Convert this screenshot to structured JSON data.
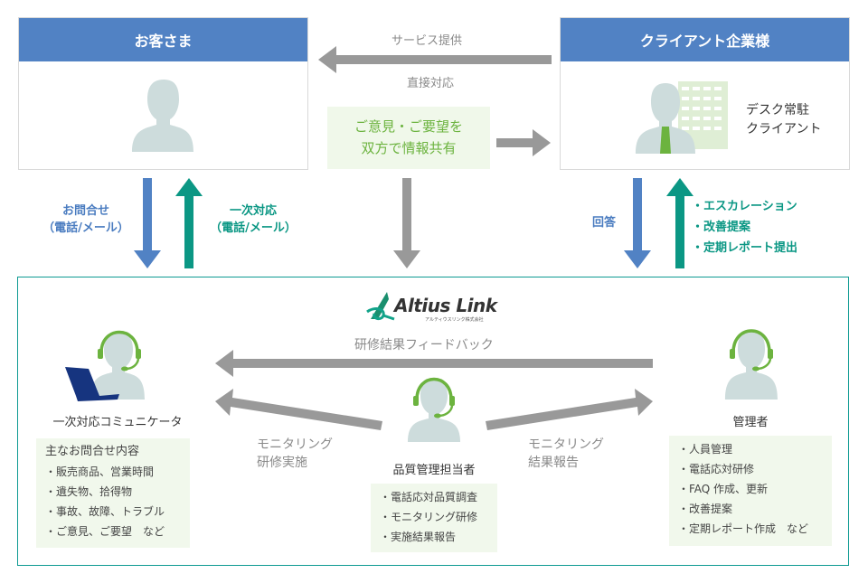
{
  "customer_box": {
    "title": "お客さま"
  },
  "client_box": {
    "title": "クライアント企業様",
    "desc_line1": "デスク常駐",
    "desc_line2": "クライアント"
  },
  "top_flow": {
    "service_label": "サービス提供",
    "direct_label": "直接対応",
    "share_line1": "ご意見・ご要望を",
    "share_line2": "双方で情報共有"
  },
  "left_flow": {
    "inquiry_line1": "お問合せ",
    "inquiry_line2": "（電話/メール）",
    "first_response_line1": "一次対応",
    "first_response_line2": "（電話/メール）"
  },
  "right_flow": {
    "answer_label": "回答",
    "items": [
      "・エスカレーション",
      "・改善提案",
      "・定期レポート提出"
    ]
  },
  "center": {
    "logo_text": "Altius Link",
    "logo_sub": "アルティウスリンク株式会社",
    "feedback_label": "研修結果フィードバック",
    "monitoring_left_line1": "モニタリング",
    "monitoring_left_line2": "研修実施",
    "monitoring_right_line1": "モニタリング",
    "monitoring_right_line2": "結果報告"
  },
  "communicator": {
    "title": "一次対応コミュニケータ",
    "box_title": "主なお問合せ内容",
    "items": [
      "・販売商品、営業時間",
      "・遺失物、拾得物",
      "・事故、故障、トラブル",
      "・ご意見、ご要望　など"
    ]
  },
  "qa": {
    "title": "品質管理担当者",
    "items": [
      "・電話応対品質調査",
      "・モニタリング研修",
      "・実施結果報告"
    ]
  },
  "manager": {
    "title": "管理者",
    "items": [
      "・人員管理",
      "・電話応対研修",
      "・FAQ 作成、更新",
      "・改善提案",
      "・定期レポート作成　など"
    ]
  },
  "colors": {
    "header_blue": "#5182c4",
    "arrow_blue": "#5182c4",
    "arrow_teal": "#0b9784",
    "arrow_gray": "#999999",
    "accent_green": "#6cb33f",
    "frame_teal": "#0e9a92",
    "person_gray": "#cddcdc",
    "light_green_bg": "#f1f8ec"
  }
}
